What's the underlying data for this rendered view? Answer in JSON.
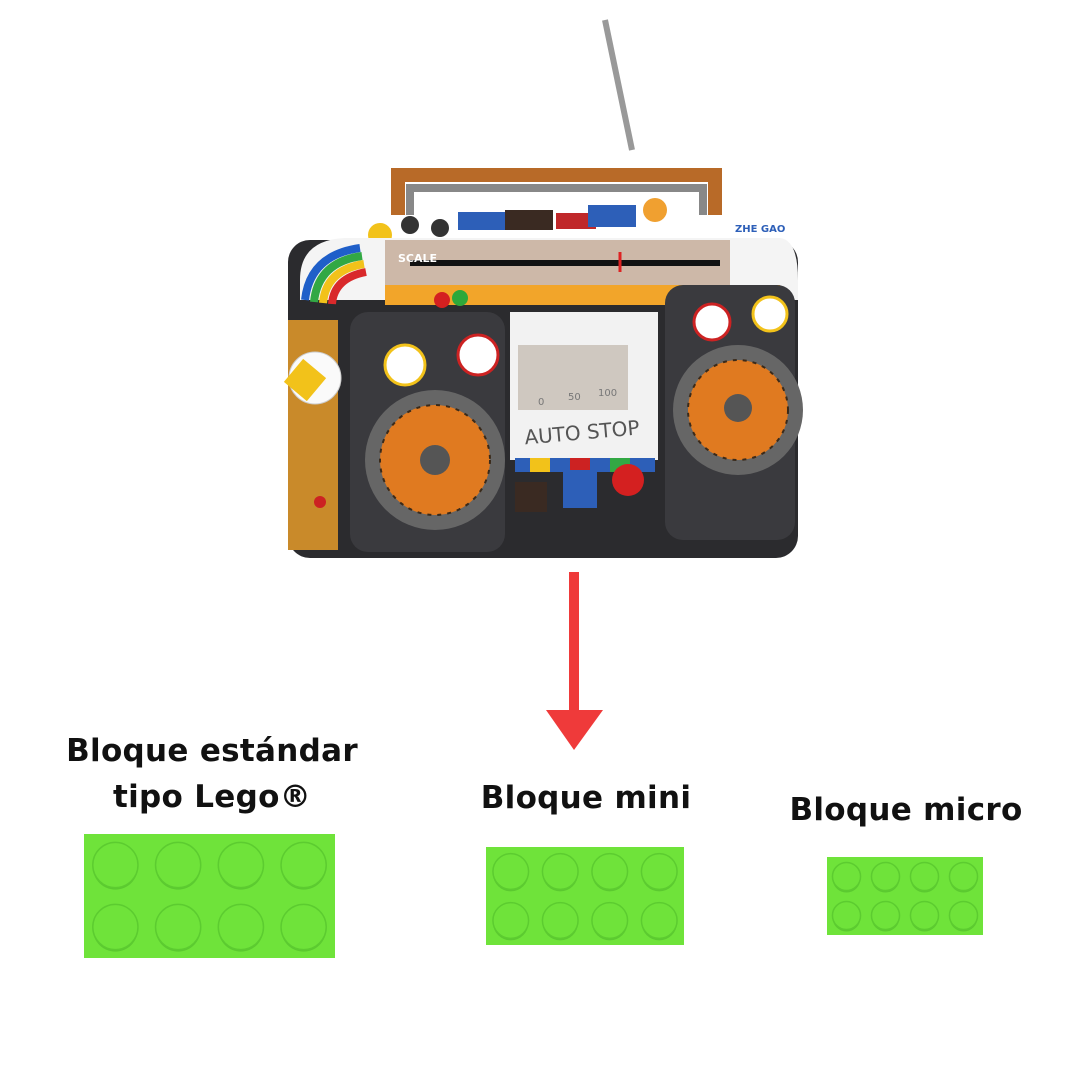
{
  "product": {
    "scale_label": "SCALE",
    "brand_label": "ZHE GAO",
    "display_label": "AUTO STOP",
    "meter_ticks": [
      "0",
      "50",
      "100"
    ]
  },
  "comparison": {
    "items": [
      {
        "line1": "Bloque estándar",
        "line2": "tipo Lego®"
      },
      {
        "line1": "Bloque mini"
      },
      {
        "line1": "Bloque micro"
      }
    ]
  },
  "colors": {
    "brick": "#6fe33a",
    "arrow": "#ef3a3a"
  }
}
